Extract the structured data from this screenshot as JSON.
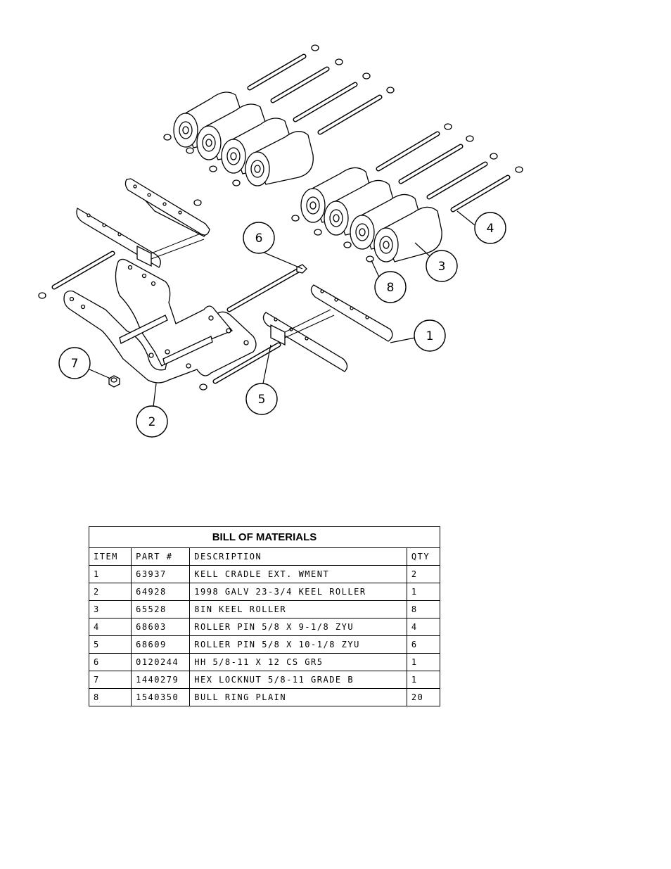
{
  "callouts": [
    "1",
    "2",
    "3",
    "4",
    "5",
    "6",
    "7",
    "8"
  ],
  "bom": {
    "title": "BILL OF MATERIALS",
    "headers": [
      "ITEM",
      "PART #",
      "DESCRIPTION",
      "QTY"
    ],
    "rows": [
      [
        "1",
        "63937",
        "KELL CRADLE EXT. WMENT",
        "2"
      ],
      [
        "2",
        "64928",
        "1998 GALV 23-3/4 KEEL ROLLER",
        "1"
      ],
      [
        "3",
        "65528",
        "8IN KEEL ROLLER",
        "8"
      ],
      [
        "4",
        "68603",
        "ROLLER PIN 5/8 X 9-1/8 ZYU",
        "4"
      ],
      [
        "5",
        "68609",
        "ROLLER PIN 5/8 X 10-1/8 ZYU",
        "6"
      ],
      [
        "6",
        "0120244",
        "HH 5/8-11 X 12 CS GR5",
        "1"
      ],
      [
        "7",
        "1440279",
        "HEX LOCKNUT 5/8-11 GRADE B",
        "1"
      ],
      [
        "8",
        "1540350",
        "BULL RING PLAIN",
        "20"
      ]
    ]
  }
}
